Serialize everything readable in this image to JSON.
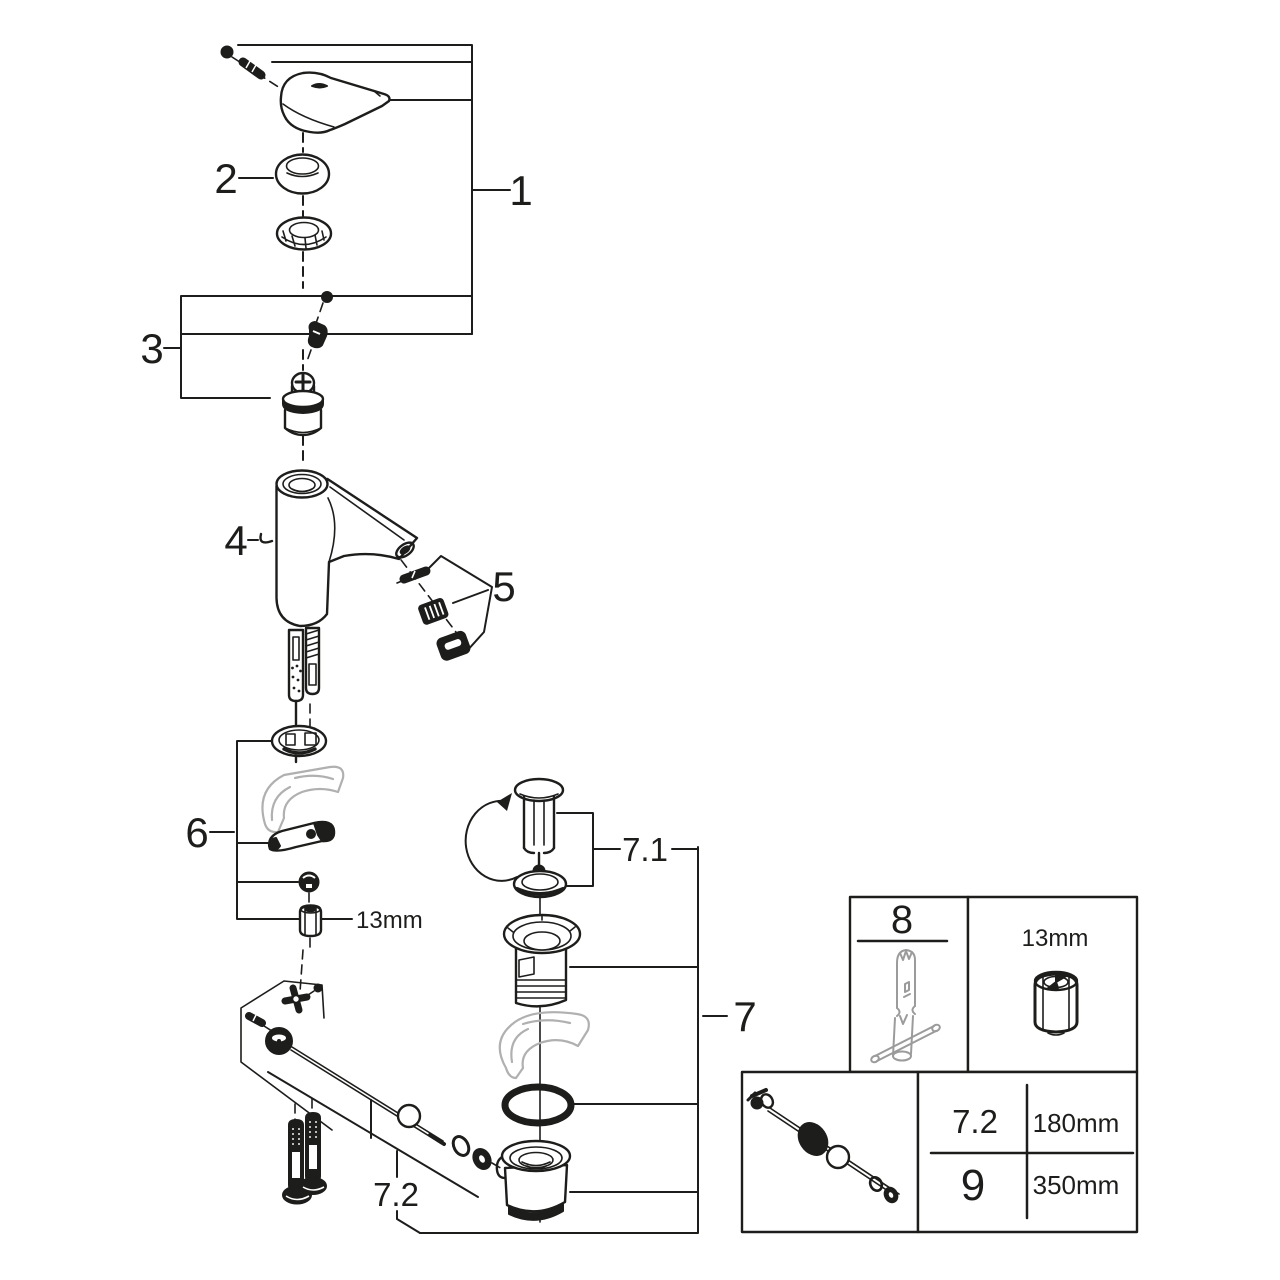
{
  "figure": {
    "type": "faucet-exploded-parts-diagram",
    "background": "#ffffff",
    "line_color": "#1d1d1b",
    "ghost_color": "#b0b0b0",
    "tool_color": "#9b9b9b",
    "callouts": {
      "item1": "1",
      "item2": "2",
      "item3": "3",
      "item4": "4",
      "item5": "5",
      "item6": "6",
      "item7": "7",
      "item7_1": "7.1",
      "item7_2": "7.2",
      "nut_size": "13mm"
    },
    "info_table": {
      "tool_item": "8",
      "tool_nut_size": "13mm",
      "rows": [
        {
          "item": "7.2",
          "length": "180mm"
        },
        {
          "item": "9",
          "length": "350mm"
        }
      ]
    }
  }
}
